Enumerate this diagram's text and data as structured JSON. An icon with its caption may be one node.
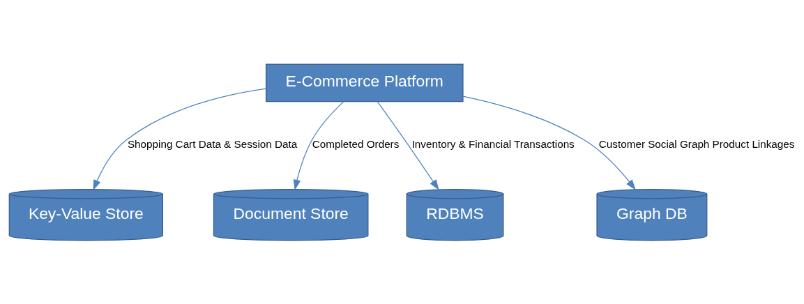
{
  "diagram": {
    "nodes": [
      {
        "text": [
          "E-Commerce Platform"
        ]
      },
      {
        "text": [
          "Key-Value Store"
        ]
      },
      {
        "text": [
          "Document Store"
        ]
      },
      {
        "text": [
          "RDBMS"
        ]
      },
      {
        "text": [
          "Graph DB"
        ]
      }
    ],
    "edges": [
      {
        "from": 0,
        "to": 1,
        "arrow": "to",
        "label": "Shopping Cart Data & Session Data"
      },
      {
        "from": 0,
        "to": 2,
        "arrow": "to",
        "label": "Completed Orders"
      },
      {
        "from": 0,
        "to": 3,
        "arrow": "to",
        "label": "Inventory & Financial Transactions"
      },
      {
        "from": 0,
        "to": 4,
        "arrow": "to",
        "label": "Customer Social Graph Product Linkages"
      }
    ]
  }
}
